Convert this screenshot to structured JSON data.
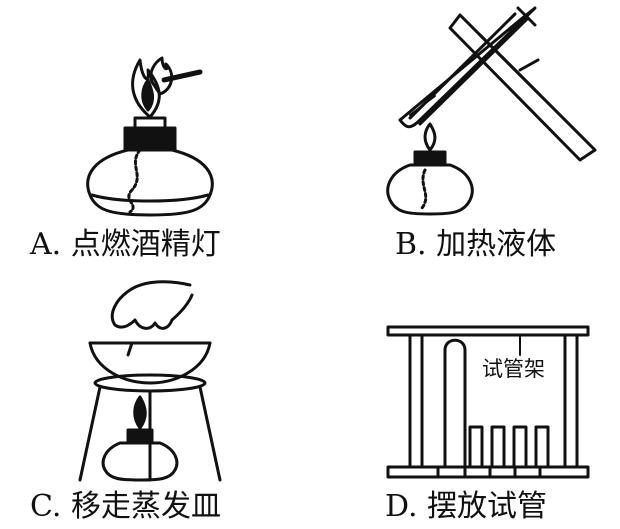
{
  "panels": [
    {
      "id": "A",
      "caption": "A. 点燃酒精灯"
    },
    {
      "id": "B",
      "caption": "B. 加热液体"
    },
    {
      "id": "C",
      "caption": "C. 移走蒸发皿"
    },
    {
      "id": "D",
      "caption": "D. 摆放试管",
      "label": "试管架"
    }
  ]
}
